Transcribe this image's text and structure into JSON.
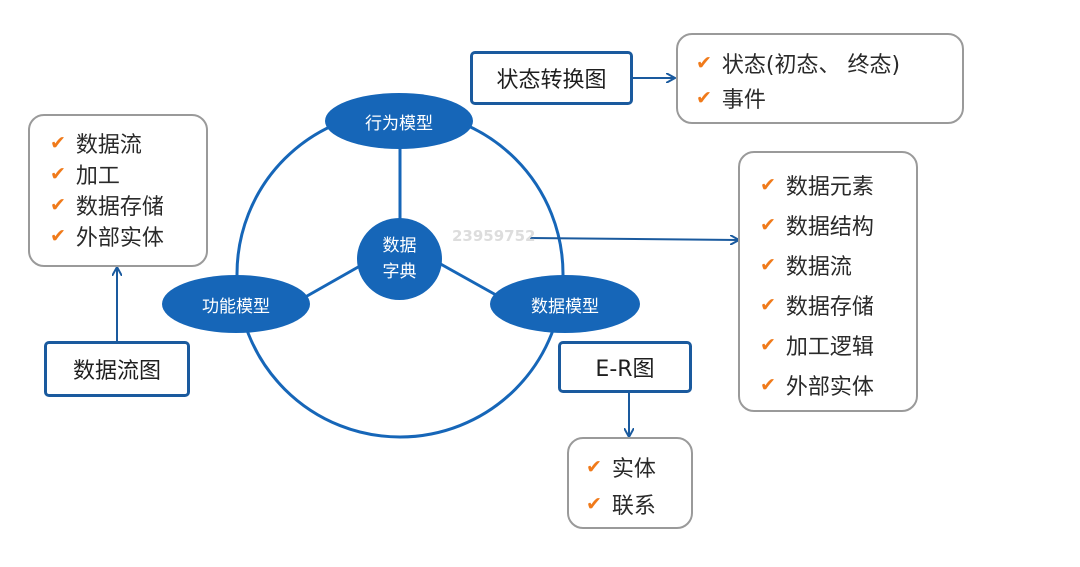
{
  "center_node": {
    "line1": "数据",
    "line2": "字典"
  },
  "nodes": {
    "behavior": "行为模型",
    "function": "功能模型",
    "data": "数据模型"
  },
  "watermark": "23959752",
  "boxes": {
    "state_diagram": "状态转换图",
    "dfd": "数据流图",
    "er": "E-R图"
  },
  "lists": {
    "state": [
      "状态(初态、 终态)",
      "事件"
    ],
    "dfd": [
      "数据流",
      "加工",
      "数据存储",
      "外部实体"
    ],
    "dictionary": [
      "数据元素",
      "数据结构",
      "数据流",
      "数据存储",
      "加工逻辑",
      "外部实体"
    ],
    "er": [
      "实体",
      "联系"
    ]
  },
  "colors": {
    "node_fill": "#1666b8",
    "line": "#1a5a9e",
    "check": "#f07a1a",
    "gray_border": "#9a9a9a"
  },
  "icons": {
    "check": "checkmark-icon"
  }
}
